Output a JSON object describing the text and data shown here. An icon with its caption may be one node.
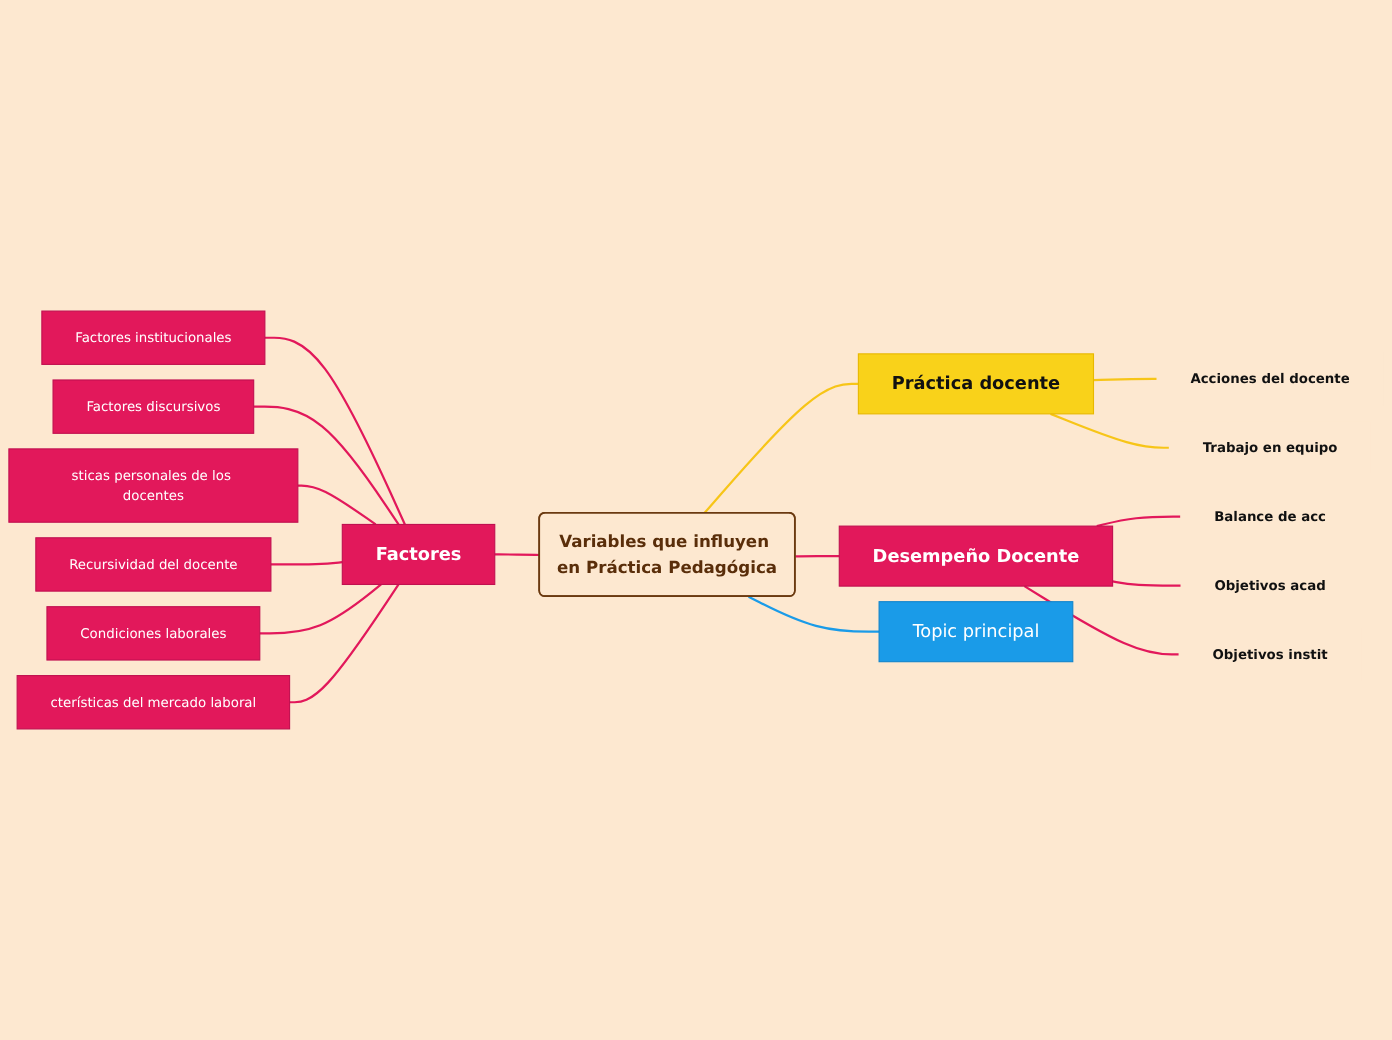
{
  "diagram": {
    "nodes": [
      {
        "text": [
          "Variables que influyen en Práctica Pedagógica"
        ]
      },
      {
        "text": [
          "Factores"
        ]
      },
      {
        "text": [
          "Factores institucionales"
        ]
      },
      {
        "text": [
          "Factores discursivos"
        ]
      },
      {
        "text": [
          "sticas personales de los docentes"
        ]
      },
      {
        "text": [
          "Recursividad del docente"
        ]
      },
      {
        "text": [
          "Condiciones laborales"
        ]
      },
      {
        "text": [
          "cterísticas del mercado laboral"
        ]
      },
      {
        "text": [
          "Práctica docente"
        ]
      },
      {
        "text": [
          "Acciones del docente"
        ]
      },
      {
        "text": [
          "Trabajo en equipo"
        ]
      },
      {
        "text": [
          "Desempeño Docente"
        ]
      },
      {
        "text": [
          "Balance de acc"
        ]
      },
      {
        "text": [
          "Objetivos acad"
        ]
      },
      {
        "text": [
          "Objetivos instit"
        ]
      },
      {
        "text": [
          "Topic principal"
        ]
      }
    ],
    "edges": [
      {
        "from": 0,
        "to": 1,
        "arrow": "none"
      },
      {
        "from": 1,
        "to": 2,
        "arrow": "none"
      },
      {
        "from": 1,
        "to": 3,
        "arrow": "none"
      },
      {
        "from": 1,
        "to": 4,
        "arrow": "none"
      },
      {
        "from": 1,
        "to": 5,
        "arrow": "none"
      },
      {
        "from": 1,
        "to": 6,
        "arrow": "none"
      },
      {
        "from": 1,
        "to": 7,
        "arrow": "none"
      },
      {
        "from": 0,
        "to": 8,
        "arrow": "none",
        "color": "#f7c518"
      },
      {
        "from": 8,
        "to": 9,
        "arrow": "none",
        "color": "#f7c518"
      },
      {
        "from": 8,
        "to": 10,
        "arrow": "none",
        "color": "#f7c518"
      },
      {
        "from": 0,
        "to": 11,
        "arrow": "none"
      },
      {
        "from": 11,
        "to": 12,
        "arrow": "none"
      },
      {
        "from": 11,
        "to": 13,
        "arrow": "none"
      },
      {
        "from": 11,
        "to": 14,
        "arrow": "none"
      },
      {
        "from": 0,
        "to": 15,
        "arrow": "none",
        "color": "#1a9be8"
      }
    ]
  }
}
